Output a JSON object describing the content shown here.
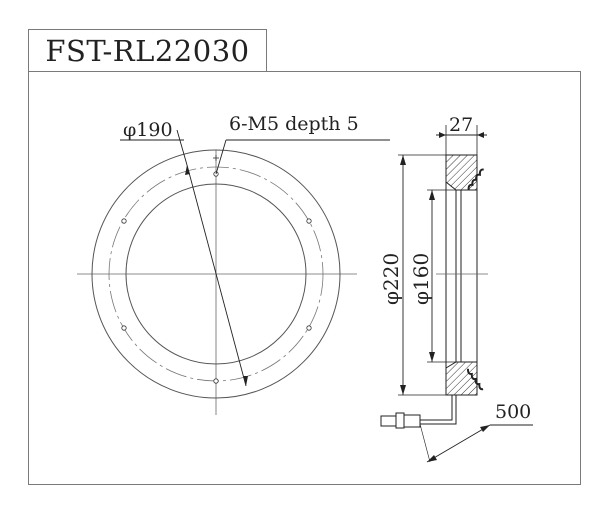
{
  "title": "FST-RL22030",
  "dimensions": {
    "circle_diameter": "φ190",
    "hole_spec": "6-M5 depth 5",
    "thickness": "27",
    "outer_diameter": "φ220",
    "inner_diameter": "φ160",
    "cable_length": "500"
  },
  "colors": {
    "line": "#222222",
    "frame": "#7a7a7a",
    "hatch": "#333333"
  }
}
